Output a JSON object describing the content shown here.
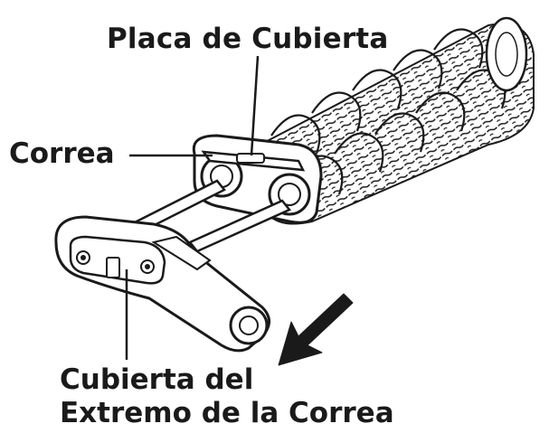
{
  "labels": {
    "cover_plate": "Placa de Cubierta",
    "belt": "Correa",
    "belt_end_cover_line1": "Cubierta del",
    "belt_end_cover_line2": "Extremo de la Correa"
  },
  "colors": {
    "ink": "#1a1a1a",
    "background": "#ffffff"
  },
  "icons": {
    "direction_arrow": "arrow-down-left-icon"
  }
}
